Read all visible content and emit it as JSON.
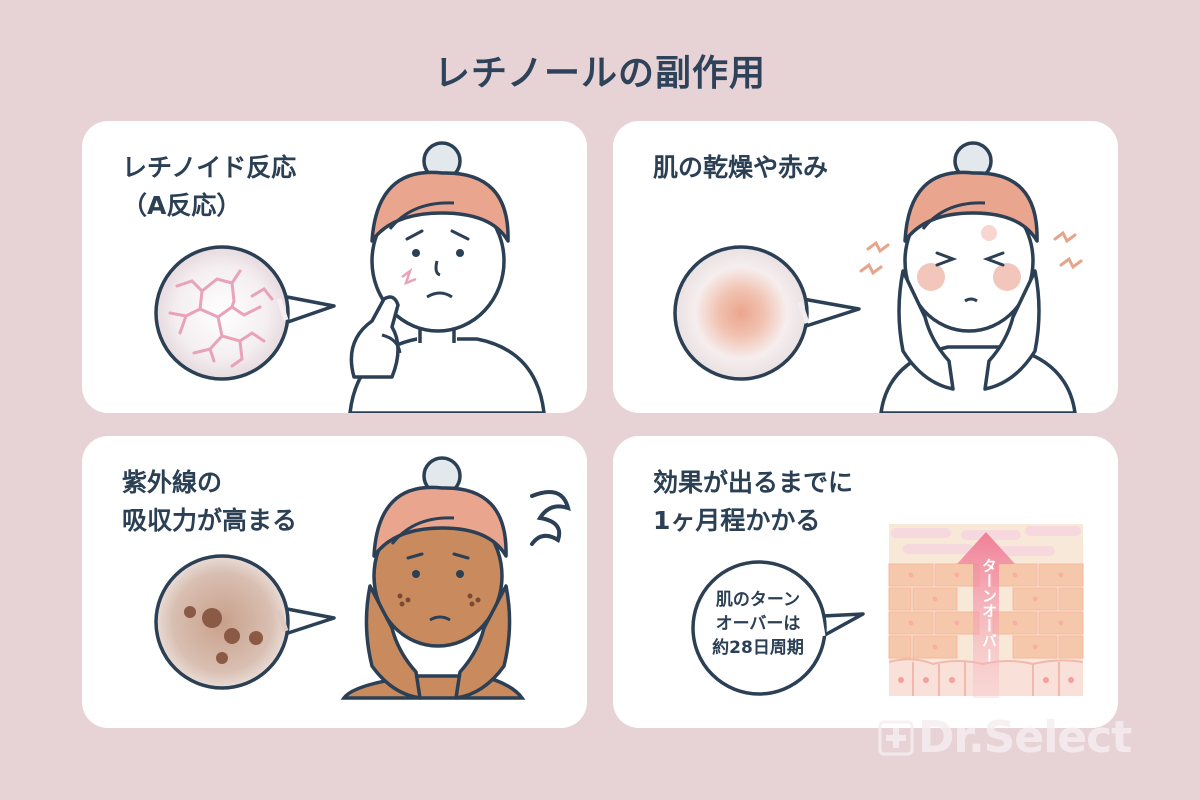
{
  "title": "レチノールの副作用",
  "panels": [
    {
      "label_lines": [
        "レチノイド反応",
        "（A反応）"
      ]
    },
    {
      "label_lines": [
        "肌の乾燥や赤み"
      ]
    },
    {
      "label_lines": [
        "紫外線の",
        "吸収力が高まる"
      ]
    },
    {
      "label_lines": [
        "効果が出るまでに",
        "1ヶ月程かかる"
      ],
      "bubble_lines": [
        "肌のターン",
        "オーバーは",
        "約28日周期"
      ],
      "arrow_text": "ターンオーバー"
    }
  ],
  "watermark": "Dr.Select",
  "colors": {
    "background": "#e7d3d6",
    "card": "#ffffff",
    "text": "#2b3f55",
    "towel": "#eaa58f",
    "skin": "#ffffff",
    "tanned_skin": "#c98a5e",
    "crack": "#e9a3b8",
    "redness": "#e9a58f"
  },
  "icons": [
    "speech-bubble-icon",
    "face-touch-cheek-icon",
    "face-hands-cheeks-icon",
    "face-tanned-dizzy-icon",
    "skin-layer-icon"
  ]
}
